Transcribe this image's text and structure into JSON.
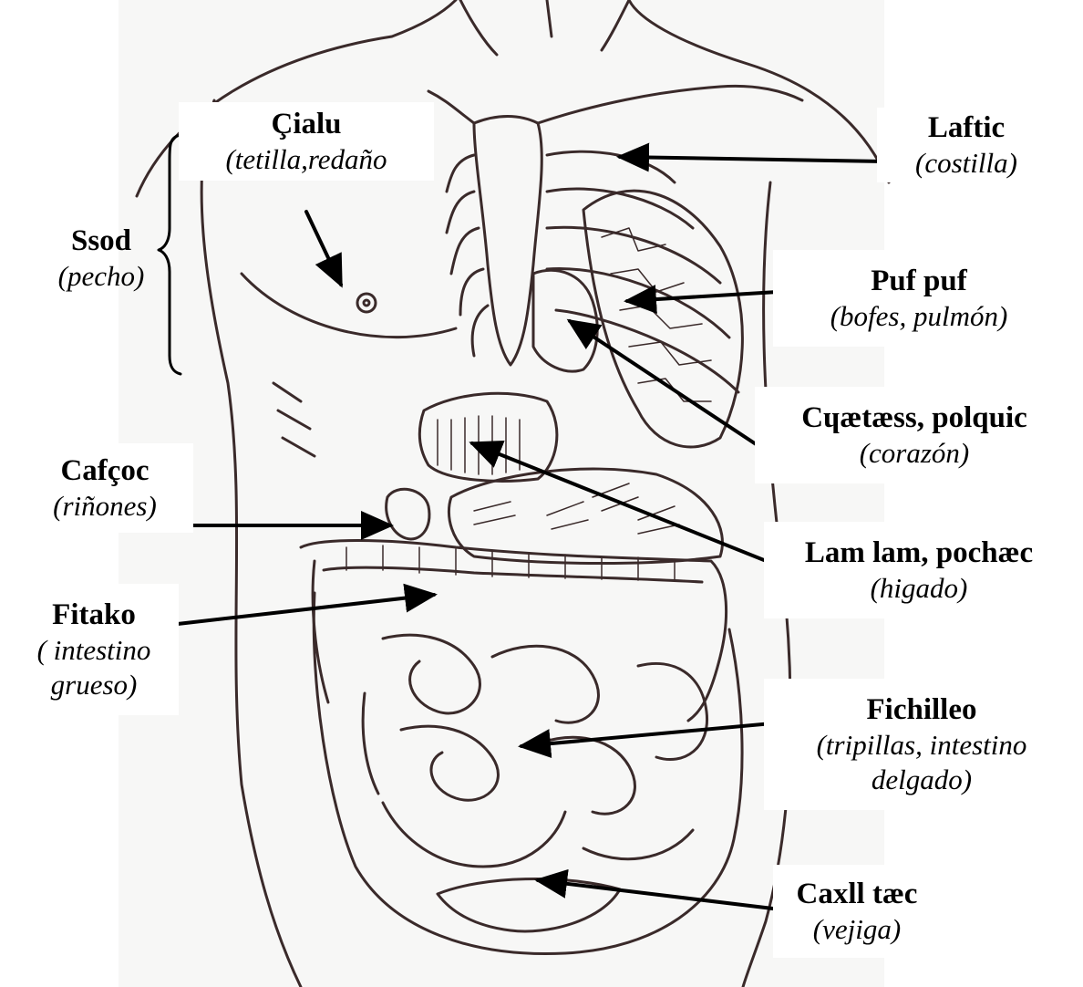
{
  "colors": {
    "ink": "#3a2a2a",
    "paper": "#f7f7f6",
    "label_bg": "#ffffff",
    "label_text": "#000000",
    "arrow": "#000000"
  },
  "labels": {
    "cialu": {
      "name": "Çialu",
      "gloss": "(tetilla,redaño"
    },
    "ssod": {
      "name": "Ssod",
      "gloss": "(pecho)"
    },
    "laftic": {
      "name": "Laftic",
      "gloss": "(costilla)"
    },
    "pufpuf": {
      "name": "Puf puf",
      "gloss": "(bofes, pulmón)"
    },
    "cyaetaess": {
      "name": "Cɥætæss, polquic",
      "gloss": "(corazón)"
    },
    "cafcoc": {
      "name": "Cafçoc",
      "gloss": "(riñones)"
    },
    "lamlam": {
      "name": "Lam lam, pochæc",
      "gloss": "(higado)"
    },
    "fitako": {
      "name": "Fitako",
      "gloss_line1": "( intestino",
      "gloss_line2": "grueso)"
    },
    "fichilleo": {
      "name": "Fichilleo",
      "gloss_line1": "(tripillas, intestino",
      "gloss_line2": "delgado)"
    },
    "caxll": {
      "name": "Caxll tæc",
      "gloss": "(vejiga)"
    }
  }
}
